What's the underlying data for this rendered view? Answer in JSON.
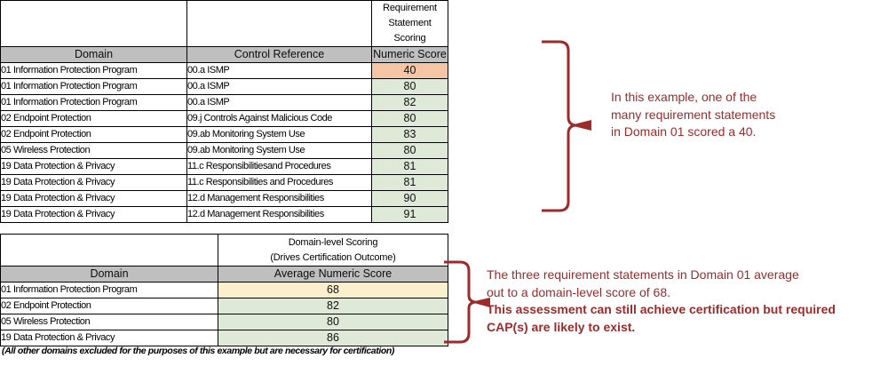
{
  "requirement_table": {
    "super_header": {
      "line1": "Requirement",
      "line2": "Statement Scoring"
    },
    "columns": [
      "Domain",
      "Control Reference",
      "Numeric Score"
    ],
    "rows": [
      {
        "domain": "01 Information Protection Program",
        "control": "00.a ISMP",
        "score": "40",
        "highlight": "orange"
      },
      {
        "domain": "01 Information Protection Program",
        "control": "00.a ISMP",
        "score": "80",
        "highlight": "green"
      },
      {
        "domain": "01 Information Protection Program",
        "control": "00.a ISMP",
        "score": "82",
        "highlight": "green"
      },
      {
        "domain": "02 Endpoint Protection",
        "control": "09.j Controls Against Malicious Code",
        "score": "80",
        "highlight": "green"
      },
      {
        "domain": "02 Endpoint Protection",
        "control": "09.ab Monitoring System Use",
        "score": "83",
        "highlight": "green"
      },
      {
        "domain": "05 Wireless Protection",
        "control": "09.ab Monitoring System Use",
        "score": "80",
        "highlight": "green"
      },
      {
        "domain": "19 Data Protection & Privacy",
        "control": "11.c Responsibilitiesand Procedures",
        "score": "81",
        "highlight": "green"
      },
      {
        "domain": "19 Data Protection & Privacy",
        "control": "11.c Responsibilities and Procedures",
        "score": "81",
        "highlight": "green"
      },
      {
        "domain": "19 Data Protection & Privacy",
        "control": "12.d Management Responsibilities",
        "score": "90",
        "highlight": "green"
      },
      {
        "domain": "19 Data Protection & Privacy",
        "control": "12.d Management Responsibilities",
        "score": "91",
        "highlight": "green"
      }
    ]
  },
  "domain_table": {
    "super_header": {
      "line1": "Domain-level Scoring",
      "line2": "(Drives Certification Outcome)"
    },
    "columns": [
      "Domain",
      "Average Numeric Score"
    ],
    "rows": [
      {
        "domain": "01 Information Protection Program",
        "score": "68",
        "highlight": "yellow"
      },
      {
        "domain": "02 Endpoint Protection",
        "score": "82",
        "highlight": "green"
      },
      {
        "domain": "05 Wireless Protection",
        "score": "80",
        "highlight": "green"
      },
      {
        "domain": "19 Data Protection & Privacy",
        "score": "86",
        "highlight": "green"
      }
    ],
    "footnote": "(All other domains excluded for the purposes of this example but are necessary for certification)"
  },
  "annotations": {
    "requirement": {
      "line1": "In this example, one of the",
      "line2": "many requirement statements",
      "line3": "in Domain 01 scored a 40."
    },
    "domain": {
      "line1": "The three requirement statements in Domain 01 average",
      "line2": "out to a domain-level score of 68.",
      "line3_bold": "This assessment can still achieve certification but required",
      "line4_bold": "CAP(s) are likely to exist."
    }
  },
  "colors": {
    "header_gray": "#BFBFBF",
    "green_cell": "#DFE9D8",
    "orange_cell": "#F5C6A5",
    "yellow_cell": "#FCEFCD",
    "annotation_red": "#9E2A2B"
  }
}
